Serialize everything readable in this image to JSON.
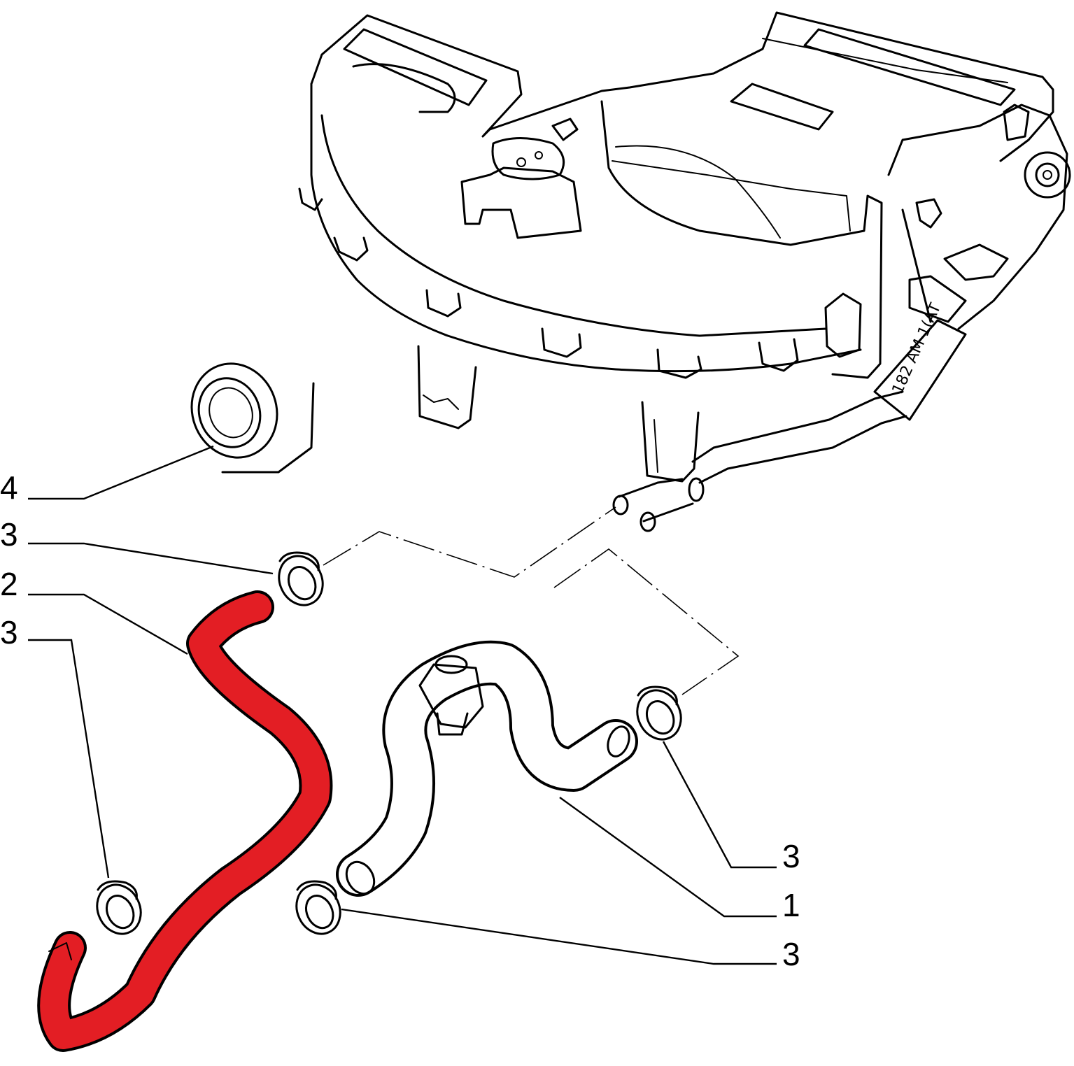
{
  "diagram": {
    "callouts": [
      {
        "id": "4",
        "label": "4"
      },
      {
        "id": "3a",
        "label": "3"
      },
      {
        "id": "2",
        "label": "2"
      },
      {
        "id": "3b",
        "label": "3"
      },
      {
        "id": "3c",
        "label": "3"
      },
      {
        "id": "1",
        "label": "1"
      },
      {
        "id": "3d",
        "label": "3"
      }
    ],
    "stamp_text": "182 AM 1(AT",
    "highlight_color": "#e31e24",
    "outline_color": "#000000"
  }
}
